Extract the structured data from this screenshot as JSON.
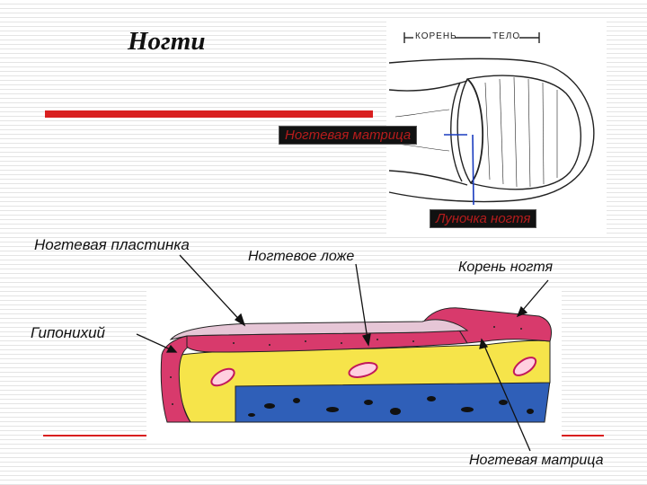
{
  "slide": {
    "title": "Ногти",
    "labels": {
      "nail_plate": "Ногтевая пластинка",
      "nail_bed": "Ногтевое ложе",
      "nail_root": "Корень ногтя",
      "hyponychium": "Гипонихий",
      "nail_matrix_bottom": "Ногтевая матрица"
    },
    "finger_figure": {
      "root_label": "КОРЕНЬ",
      "body_label": "ТЕЛО",
      "matrix_tag": "Ногтевая матрица",
      "lunula_tag": "Луночка  ногтя"
    }
  },
  "colors": {
    "accent_red": "#d91f1f",
    "nail_plate": "#e6c6d6",
    "epidermis": "#d83a6c",
    "dermis_yellow": "#f6e44a",
    "fat_blue": "#2f5fb8",
    "tag_bg": "#111111",
    "tag_text": "#b71c1c"
  }
}
